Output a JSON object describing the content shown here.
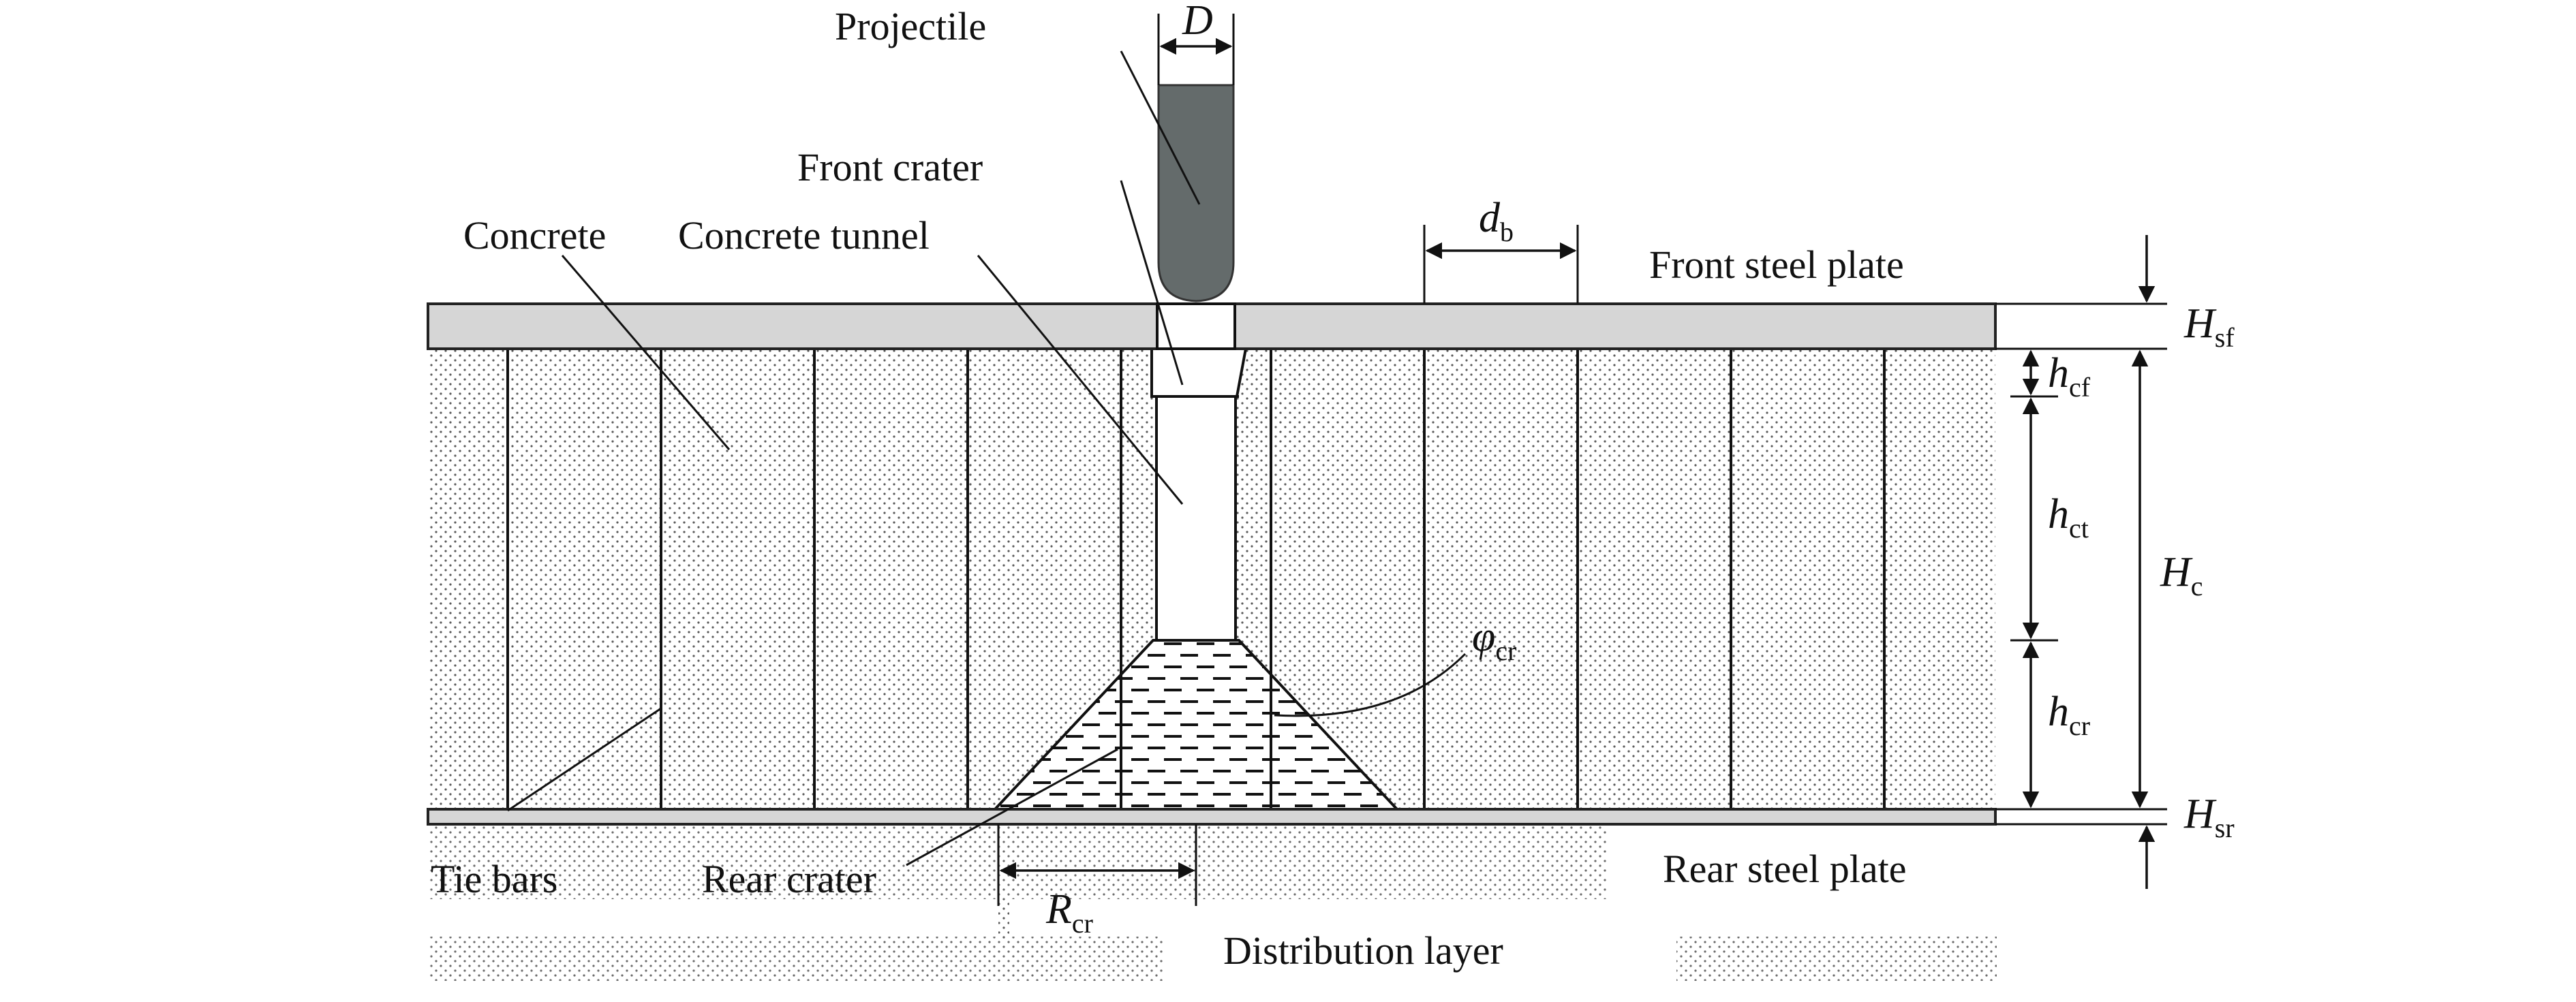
{
  "labels": {
    "projectile": "Projectile",
    "front_crater": "Front crater",
    "concrete": "Concrete",
    "concrete_tunnel": "Concrete tunnel",
    "front_steel_plate": "Front steel plate",
    "tie_bars": "Tie bars",
    "rear_crater": "Rear crater",
    "rear_steel_plate": "Rear steel plate",
    "distribution_layer": "Distribution layer"
  },
  "symbols": {
    "D": {
      "main": "D",
      "sub": ""
    },
    "db": {
      "main": "d",
      "sub": "b"
    },
    "Hsf": {
      "main": "H",
      "sub": "sf"
    },
    "hcf": {
      "main": "h",
      "sub": "cf"
    },
    "hct": {
      "main": "h",
      "sub": "ct"
    },
    "Hc": {
      "main": "H",
      "sub": "c"
    },
    "hcr": {
      "main": "h",
      "sub": "cr"
    },
    "phicr": {
      "main": "φ",
      "sub": "cr"
    },
    "Hsr": {
      "main": "H",
      "sub": "sr"
    },
    "Rcr": {
      "main": "R",
      "sub": "cr"
    }
  },
  "colors": {
    "plate": "#d6d6d6",
    "projectile": "#646b6b",
    "ink": "#111111",
    "stipple": "#5a5a5a"
  }
}
